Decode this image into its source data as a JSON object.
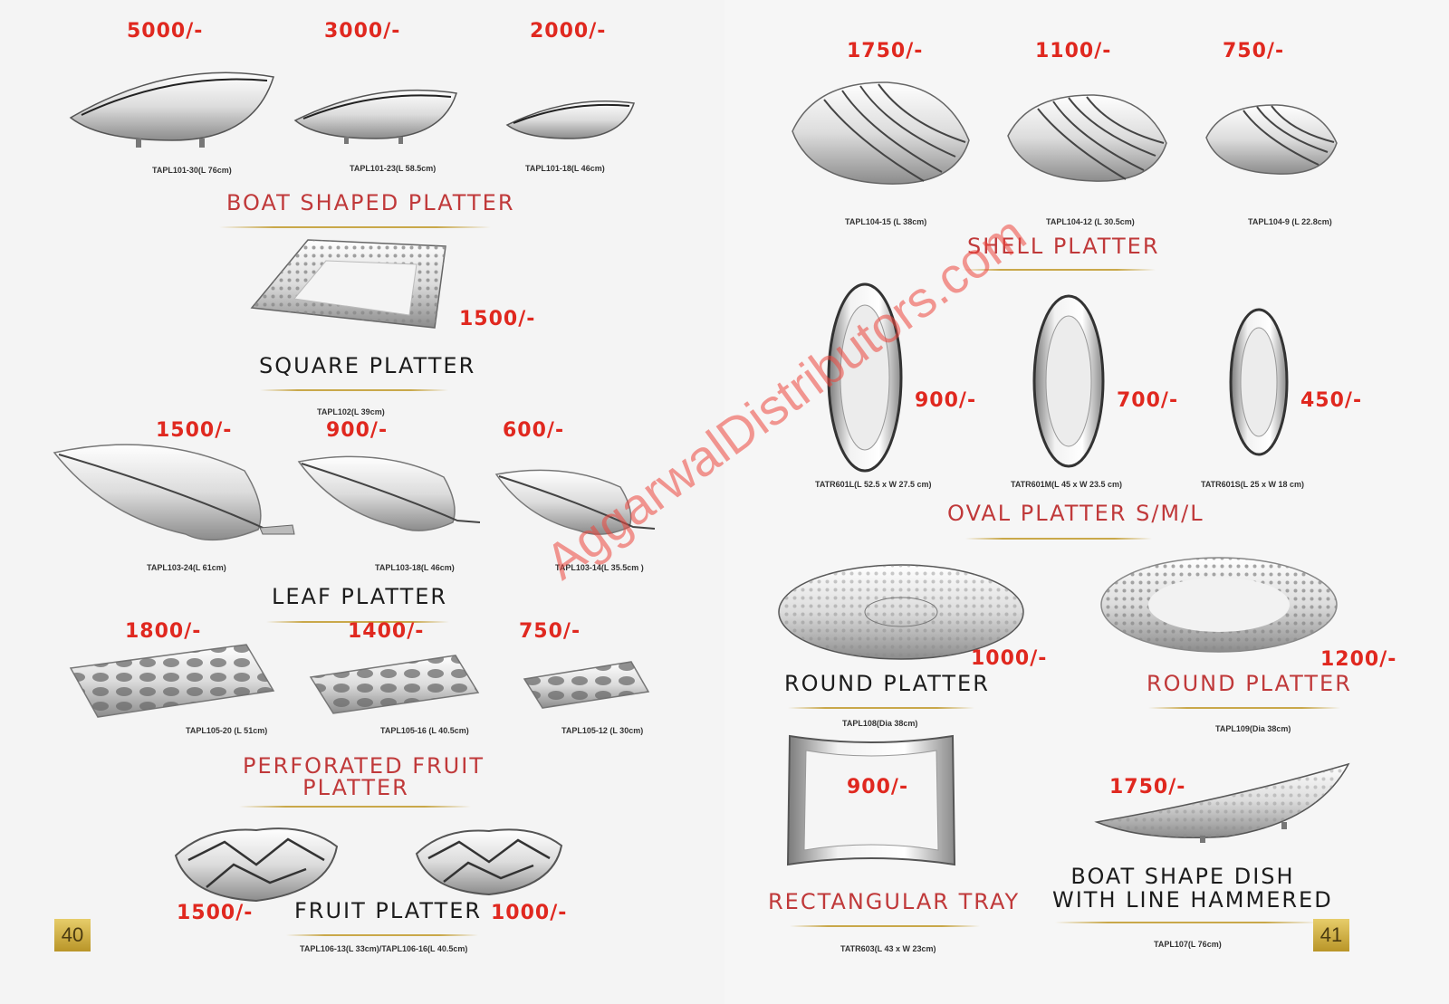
{
  "left_page": {
    "page_number": "40",
    "boat": {
      "title": "BOAT SHAPED PLATTER",
      "items": [
        {
          "price": "5000/-",
          "code": "TAPL101-30(L 76cm)"
        },
        {
          "price": "3000/-",
          "code": "TAPL101-23(L 58.5cm)"
        },
        {
          "price": "2000/-",
          "code": "TAPL101-18(L 46cm)"
        }
      ]
    },
    "square": {
      "title": "SQUARE PLATTER",
      "price": "1500/-",
      "code": "TAPL102(L 39cm)"
    },
    "leaf": {
      "title": "LEAF PLATTER",
      "items": [
        {
          "price": "1500/-",
          "code": "TAPL103-24(L 61cm)"
        },
        {
          "price": "900/-",
          "code": "TAPL103-18(L 46cm)"
        },
        {
          "price": "600/-",
          "code": "TAPL103-14(L 35.5cm )"
        }
      ]
    },
    "perforated": {
      "title_line1": "PERFORATED FRUIT",
      "title_line2": "PLATTER",
      "items": [
        {
          "price": "1800/-",
          "code": "TAPL105-20 (L 51cm)"
        },
        {
          "price": "1400/-",
          "code": "TAPL105-16 (L 40.5cm)"
        },
        {
          "price": "750/-",
          "code": "TAPL105-12 (L 30cm)"
        }
      ]
    },
    "fruit": {
      "title": "FRUIT PLATTER",
      "price_left": "1500/-",
      "price_right": "1000/-",
      "code": "TAPL106-13(L 33cm)/TAPL106-16(L 40.5cm)"
    }
  },
  "right_page": {
    "page_number": "41",
    "shell": {
      "title": "SHELL PLATTER",
      "items": [
        {
          "price": "1750/-",
          "code": "TAPL104-15 (L 38cm)"
        },
        {
          "price": "1100/-",
          "code": "TAPL104-12 (L 30.5cm)"
        },
        {
          "price": "750/-",
          "code": "TAPL104-9 (L 22.8cm)"
        }
      ]
    },
    "oval": {
      "title": "OVAL PLATTER S/M/L",
      "items": [
        {
          "price": "900/-",
          "code": "TATR601L(L 52.5 x W 27.5 cm)"
        },
        {
          "price": "700/-",
          "code": "TATR601M(L 45 x W 23.5 cm)"
        },
        {
          "price": "450/-",
          "code": "TATR601S(L 25 x W 18 cm)"
        }
      ]
    },
    "round1": {
      "title": "ROUND PLATTER",
      "price": "1000/-",
      "code": "TAPL108(Dia 38cm)"
    },
    "round2": {
      "title": "ROUND PLATTER",
      "price": "1200/-",
      "code": "TAPL109(Dia 38cm)"
    },
    "rect": {
      "title": "RECTANGULAR TRAY",
      "price": "900/-",
      "code": "TATR603(L 43 x W 23cm)"
    },
    "boatdish": {
      "title_line1": "BOAT SHAPE DISH",
      "title_line2": "WITH LINE HAMMERED",
      "price": "1750/-",
      "code": "TAPL107(L 76cm)"
    }
  },
  "watermark": "AggarwalDistributors.com",
  "colors": {
    "price": "#e0281f",
    "title_red": "#c0393a",
    "gold": "#c9a84a"
  }
}
